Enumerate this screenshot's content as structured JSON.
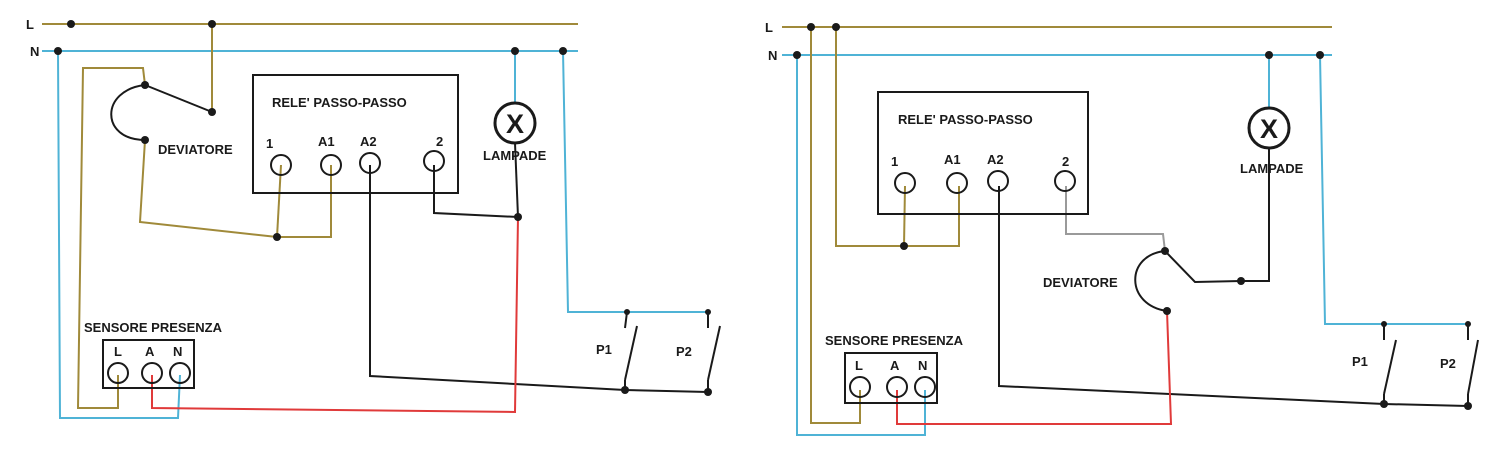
{
  "colors": {
    "phase": "#a08a3a",
    "neutral": "#4fb3d6",
    "black": "#1a1a1a",
    "red": "#e03a3a",
    "gray": "#9a9a9a"
  },
  "left": {
    "line_L": "L",
    "line_N": "N",
    "relay_title": "RELE' PASSO-PASSO",
    "relay_terms": [
      "1",
      "A1",
      "A2",
      "2"
    ],
    "deviator": "DEVIATORE",
    "lamp": "LAMPADE",
    "sensor_title": "SENSORE PRESENZA",
    "sensor_terms": [
      "L",
      "A",
      "N"
    ],
    "p1": "P1",
    "p2": "P2",
    "lamp_symbol": "X"
  },
  "right": {
    "line_L": "L",
    "line_N": "N",
    "relay_title": "RELE' PASSO-PASSO",
    "relay_terms": [
      "1",
      "A1",
      "A2",
      "2"
    ],
    "deviator": "DEVIATORE",
    "lamp": "LAMPADE",
    "sensor_title": "SENSORE PRESENZA",
    "sensor_terms": [
      "L",
      "A",
      "N"
    ],
    "p1": "P1",
    "p2": "P2",
    "lamp_symbol": "X"
  }
}
